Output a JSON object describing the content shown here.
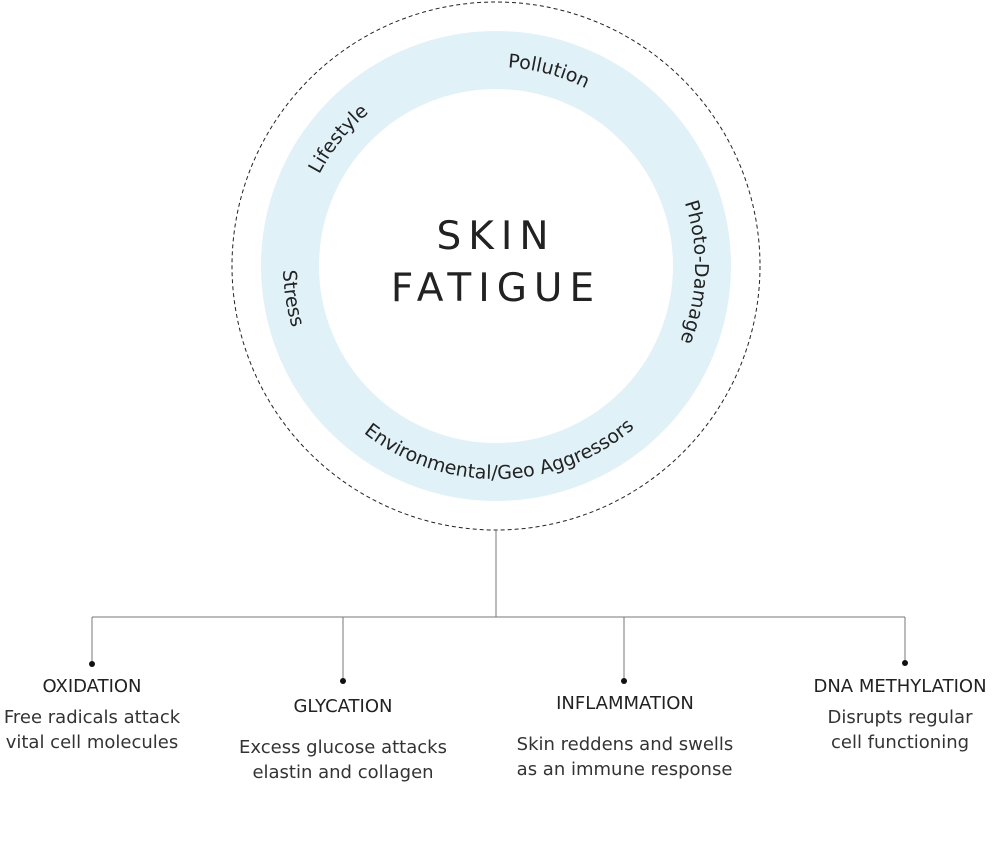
{
  "center": {
    "line1": "SKIN",
    "line2": "FATIGUE"
  },
  "ring_labels": {
    "pollution": "Pollution",
    "lifestyle": "Lifestyle",
    "photo_damage": "Photo-Damage",
    "stress": "Stress",
    "environmental": "Environmental/Geo Aggressors"
  },
  "nodes": [
    {
      "title": "OXIDATION",
      "desc1": "Free radicals attack",
      "desc2": "vital cell molecules"
    },
    {
      "title": "GLYCATION",
      "desc1": "Excess glucose attacks",
      "desc2": "elastin and collagen"
    },
    {
      "title": "INFLAMMATION",
      "desc1": "Skin reddens and swells",
      "desc2": "as an immune response"
    },
    {
      "title": "DNA METHYLATION",
      "desc1": "Disrupts regular",
      "desc2": "cell functioning"
    }
  ],
  "colors": {
    "ring": "#e1f1f8",
    "line": "#777777",
    "text": "#222222"
  }
}
